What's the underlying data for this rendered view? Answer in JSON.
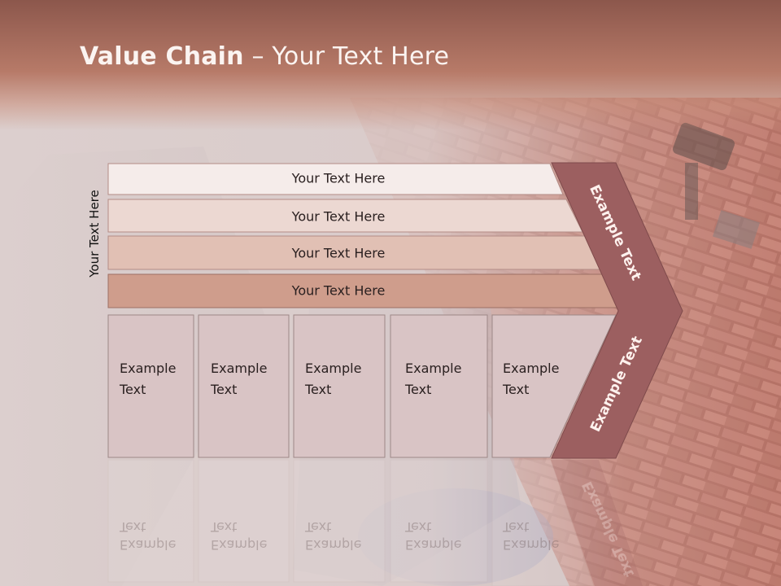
{
  "title": {
    "bold": "Value Chain",
    "rest": " – Your Text Here"
  },
  "side_label": "Your Text Here",
  "bands": [
    {
      "label": "Your Text Here",
      "color": "#f5ecea"
    },
    {
      "label": "Your Text Here",
      "color": "#ecd8d2"
    },
    {
      "label": "Your Text Here",
      "color": "#e1c0b4"
    },
    {
      "label": "Your Text Here",
      "color": "#cf9d8c"
    }
  ],
  "columns": [
    {
      "line1": "Example",
      "line2": "Text"
    },
    {
      "line1": "Example",
      "line2": "Text"
    },
    {
      "line1": "Example",
      "line2": "Text"
    },
    {
      "line1": "Example",
      "line2": "Text"
    },
    {
      "line1": "Example",
      "line2": "Text"
    }
  ],
  "chevron": {
    "upper": "Example Text",
    "lower": "Example Text",
    "color": "#9c5f60"
  }
}
